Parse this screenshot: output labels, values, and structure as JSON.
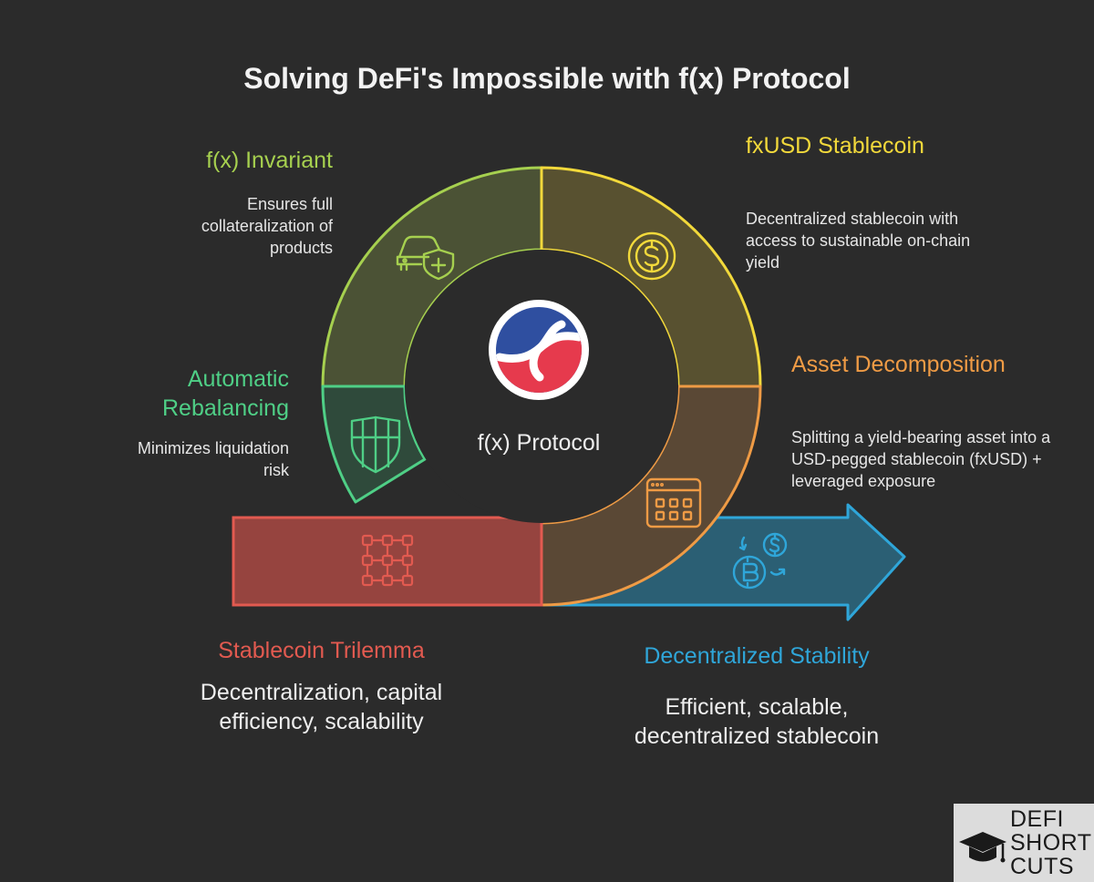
{
  "title": "Solving DeFi's Impossible with f(x) Protocol",
  "center": {
    "label": "f(x) Protocol",
    "logo_icon": "fx-protocol-logo"
  },
  "segments": {
    "fx_invariant": {
      "title": "f(x) Invariant",
      "description": "Ensures full collateralization of products",
      "color": "#a6d04f",
      "icon": "car-shield-icon"
    },
    "fxusd": {
      "title": "fxUSD Stablecoin",
      "description": "Decentralized stablecoin with access to sustainable on-chain yield",
      "color": "#f2d93b",
      "icon": "dollar-coin-icon"
    },
    "rebalancing": {
      "title": "Automatic Rebalancing",
      "description": "Minimizes liquidation risk",
      "color": "#4fcf86",
      "icon": "shield-grid-icon"
    },
    "decomposition": {
      "title": "Asset Decomposition",
      "description": "Splitting a yield-bearing asset into a USD-pegged stablecoin (fxUSD) + leveraged exposure",
      "color": "#ef9b45",
      "icon": "browser-grid-icon"
    }
  },
  "start": {
    "title": "Stablecoin Trilemma",
    "description": "Decentralization, capital efficiency, scalability",
    "color": "#e25a50",
    "icon": "node-network-icon"
  },
  "end": {
    "title": "Decentralized Stability",
    "description": "Efficient, scalable, decentralized stablecoin",
    "color": "#2fa6d9",
    "icon": "crypto-exchange-icon"
  },
  "brand": {
    "text": "DEFI SHORT CUTS",
    "icon": "graduation-cap-icon"
  }
}
